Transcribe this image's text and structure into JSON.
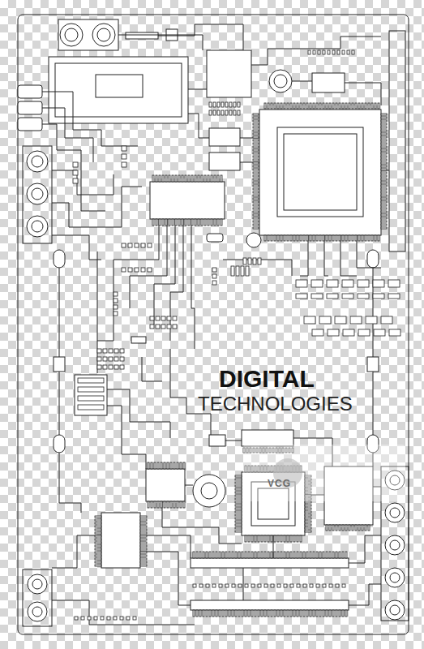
{
  "diagram": {
    "labels": [
      "DIGITAL",
      "TECHNOLOGIES",
      "VCG"
    ]
  }
}
